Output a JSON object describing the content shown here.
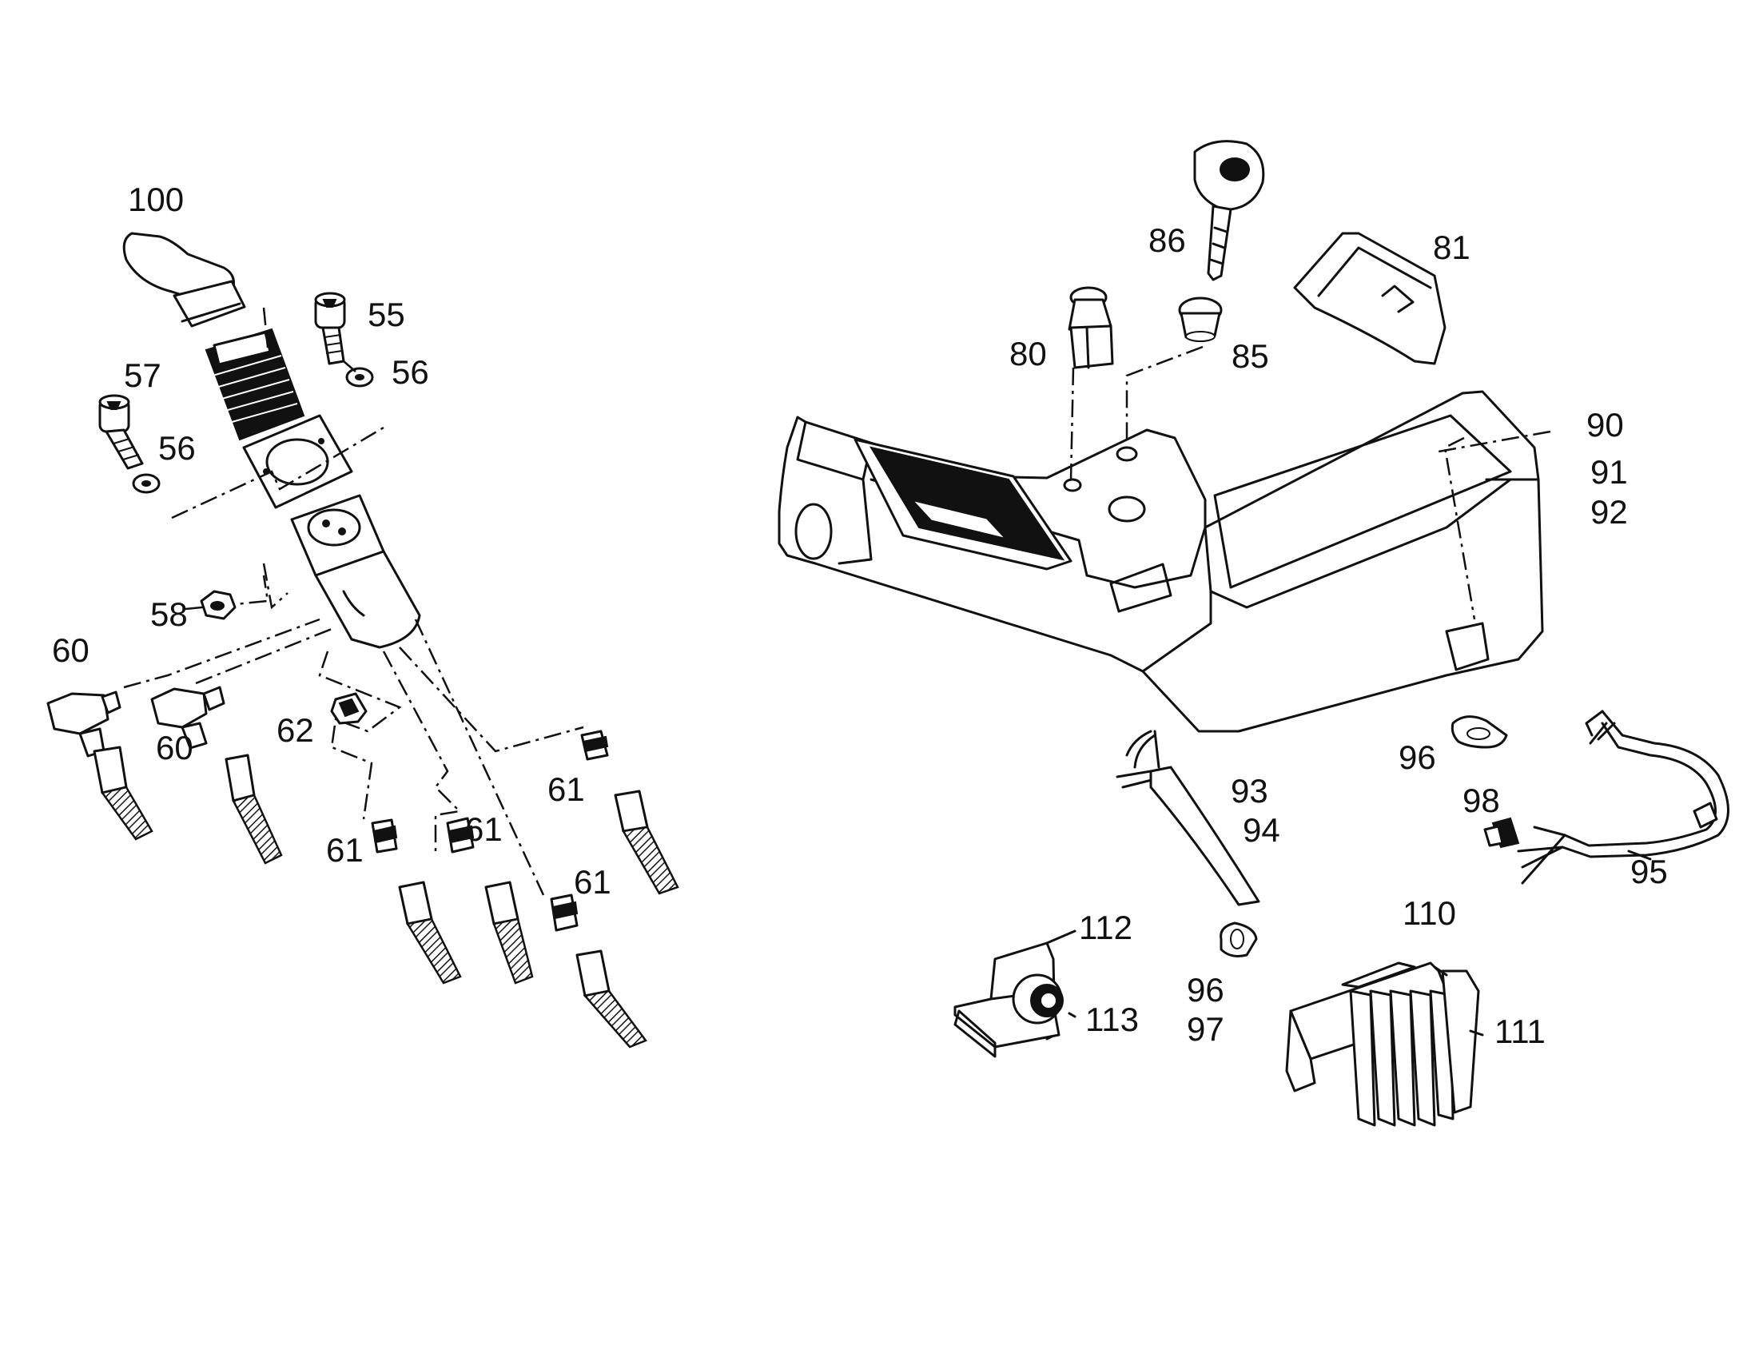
{
  "diagram": {
    "callouts": {
      "c100": "100",
      "c55": "55",
      "c57": "57",
      "c56a": "56",
      "c56b": "56",
      "c58": "58",
      "c60a": "60",
      "c60b": "60",
      "c62": "62",
      "c61a": "61",
      "c61b": "61",
      "c61c": "61",
      "c61d": "61",
      "c86": "86",
      "c81": "81",
      "c80": "80",
      "c85": "85",
      "c90": "90",
      "c91": "91",
      "c92": "92",
      "c93": "93",
      "c94": "94",
      "c96a": "96",
      "c96b": "96",
      "c97": "97",
      "c98": "98",
      "c95": "95",
      "c112": "112",
      "c113": "113",
      "c110": "110",
      "c111": "111"
    }
  }
}
